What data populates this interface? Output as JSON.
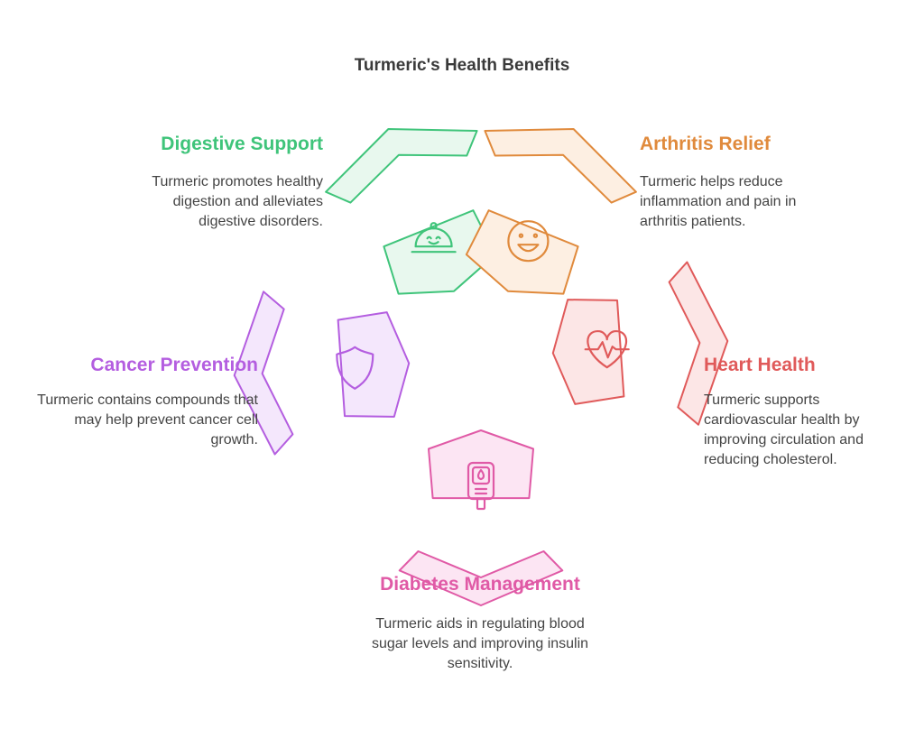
{
  "title": "Turmeric's Health Benefits",
  "benefits": [
    {
      "key": "digestive",
      "heading": "Digestive Support",
      "description": "Turmeric promotes healthy digestion and alleviates digestive disorders.",
      "icon": "cloche-icon",
      "color": "#3fc47a",
      "fill": "#e8f8ee"
    },
    {
      "key": "arthritis",
      "heading": "Arthritis Relief",
      "description": "Turmeric helps reduce inflammation and pain in arthritis patients.",
      "icon": "smiley-face-icon",
      "color": "#e08a3c",
      "fill": "#fdefe2"
    },
    {
      "key": "heart",
      "heading": "Heart Health",
      "description": "Turmeric supports cardiovascular health by improving circulation and reducing cholesterol.",
      "icon": "heart-pulse-icon",
      "color": "#e05a5a",
      "fill": "#fce6e6"
    },
    {
      "key": "diabetes",
      "heading": "Diabetes Management",
      "description": "Turmeric aids in regulating blood sugar levels and improving insulin sensitivity.",
      "icon": "glucose-meter-icon",
      "color": "#e05aa6",
      "fill": "#fce5f3"
    },
    {
      "key": "cancer",
      "heading": "Cancer Prevention",
      "description": "Turmeric contains compounds that may help prevent cancer cell growth.",
      "icon": "shield-icon",
      "color": "#b45ee0",
      "fill": "#f4e7fc"
    }
  ]
}
